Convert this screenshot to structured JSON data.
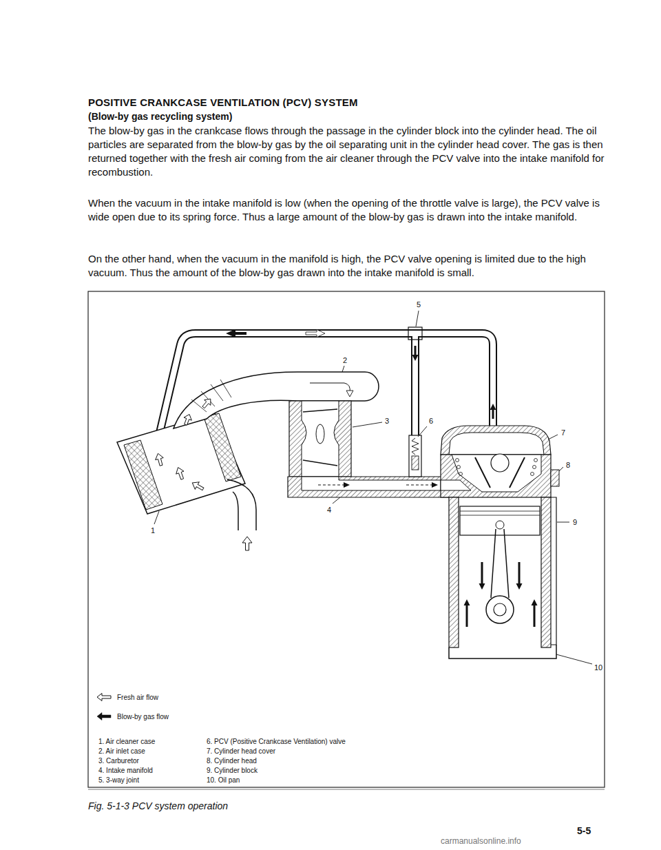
{
  "diagram": {
    "title": "POSITIVE CRANKCASE VENTILATION (PCV) SYSTEM",
    "caption": "Fig. 5-1-3 PCV system operation",
    "labels": [
      "(Blow-by gas recycling system)",
      "The blow-by gas in the crankcase flows through the passage in the cylinder block into the cylinder head. The oil particles are separated from the blow-by gas by the oil separating unit in the cylinder head cover. The gas is then returned together with the fresh air coming from the air cleaner through the PCV valve into the intake manifold for recombustion.",
      "When the vacuum in the intake manifold is low (when the opening of the throttle valve is large), the PCV valve is wide open due to its spring force. Thus a large amount of the blow-by gas is drawn into the intake manifold.",
      "On the other hand, when the vacuum in the manifold is high, the PCV valve opening is limited due to the high vacuum. Thus the amount of the blow-by gas drawn into the intake manifold is small.",
      "5",
      "2",
      "3",
      "6",
      "7",
      "8",
      "9",
      "1",
      "4",
      "10",
      "1. Air cleaner case",
      "2. Air inlet case",
      "3. Carburetor",
      "4. Intake manifold",
      "5. 3-way joint",
      "6. PCV (Positive Crankcase Ventilation) valve",
      "7. Cylinder head cover",
      "8. Cylinder head",
      "9. Cylinder block",
      "10. Oil pan",
      "5-5",
      "carmanualsonline.info"
    ],
    "legend": [
      {
        "text": "Fresh air flow"
      },
      {
        "text": "Blow-by gas flow"
      }
    ]
  }
}
